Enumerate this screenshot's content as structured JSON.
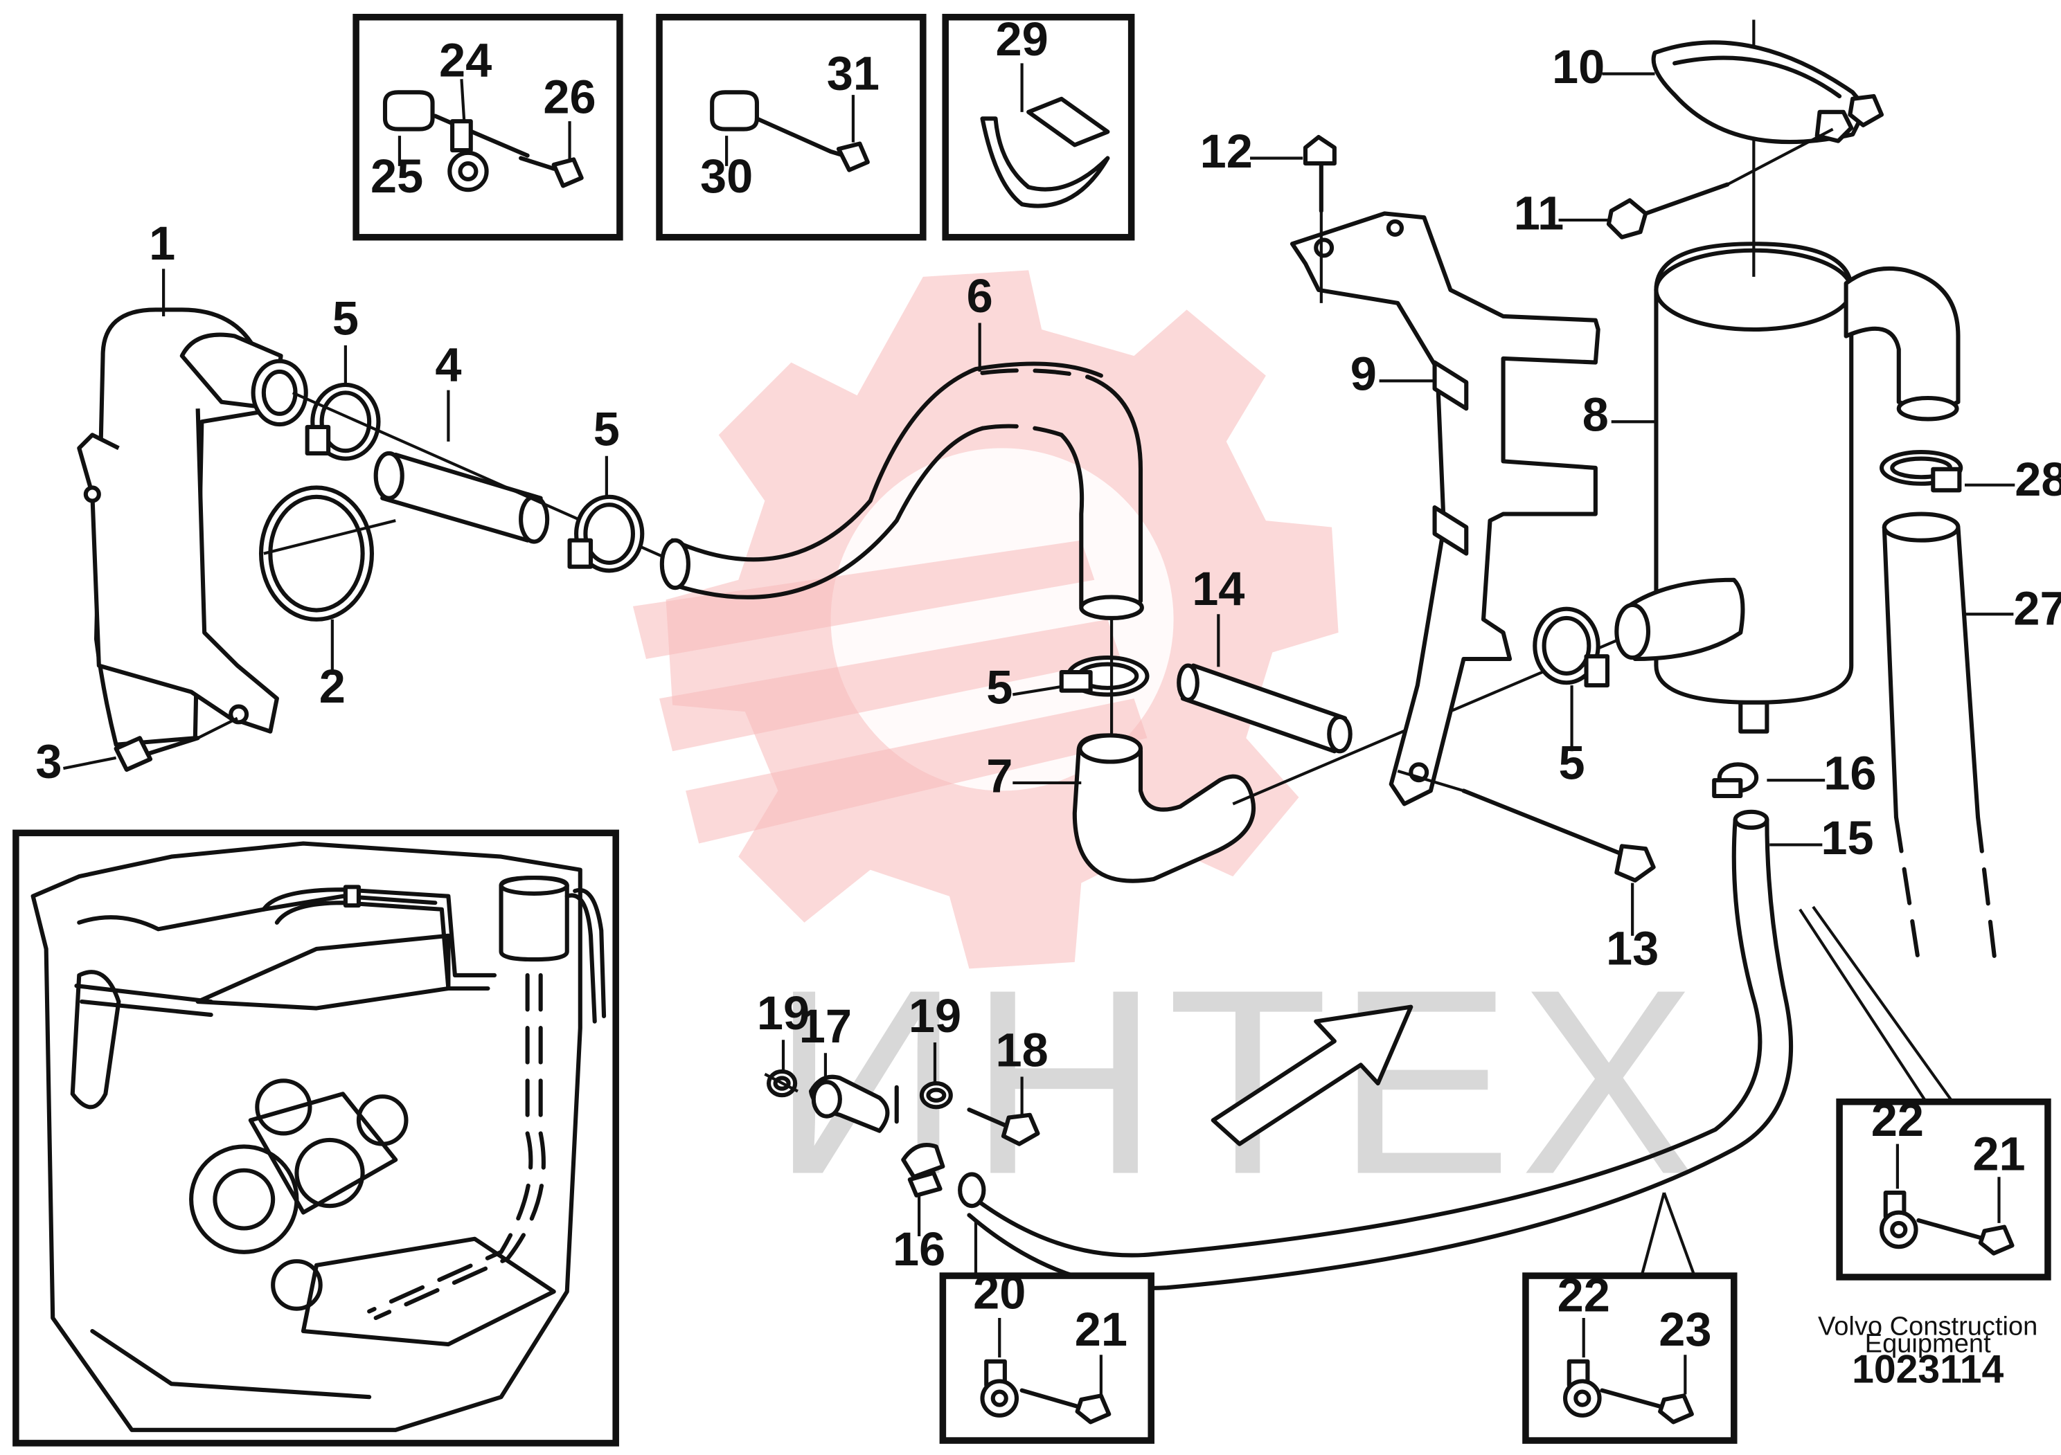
{
  "labels": {
    "p1": "1",
    "p2": "2",
    "p3": "3",
    "p4": "4",
    "p5a": "5",
    "p5b": "5",
    "p5c": "5",
    "p5d": "5",
    "p6": "6",
    "p7": "7",
    "p8": "8",
    "p9": "9",
    "p10": "10",
    "p11": "11",
    "p12": "12",
    "p13": "13",
    "p14": "14",
    "p15": "15",
    "p16a": "16",
    "p16b": "16",
    "p17": "17",
    "p18": "18",
    "p19a": "19",
    "p19b": "19",
    "p20": "20",
    "p21a": "21",
    "p21b": "21",
    "p22a": "22",
    "p22b": "22",
    "p23": "23",
    "p24": "24",
    "p25": "25",
    "p26": "26",
    "p27": "27",
    "p28": "28",
    "p29": "29",
    "p30": "30",
    "p31": "31"
  },
  "watermark": {
    "text": "ИНТЕХ",
    "color": "#f7b9b9"
  },
  "footer": {
    "company_line1": "Volvo Construction",
    "company_line2": "Equipment",
    "drawing_number": "1023114"
  }
}
